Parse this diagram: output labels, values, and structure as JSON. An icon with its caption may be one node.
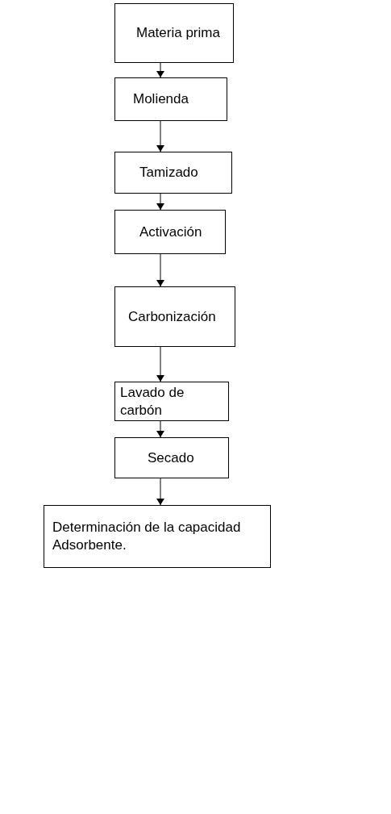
{
  "diagram": {
    "nodes": [
      {
        "text": [
          "Materia prima"
        ]
      },
      {
        "text": [
          "Molienda"
        ]
      },
      {
        "text": [
          "Tamizado"
        ]
      },
      {
        "text": [
          "Activación"
        ]
      },
      {
        "text": [
          "Carbonización"
        ]
      },
      {
        "text": [
          "Lavado de carbón"
        ]
      },
      {
        "text": [
          "Secado"
        ]
      },
      {
        "text": [
          "Determinación de la capacidad Adsorbente."
        ]
      }
    ],
    "edges": [
      {
        "from": 0,
        "to": 1,
        "arrow": "to"
      },
      {
        "from": 1,
        "to": 2,
        "arrow": "to"
      },
      {
        "from": 2,
        "to": 3,
        "arrow": "to"
      },
      {
        "from": 3,
        "to": 4,
        "arrow": "to"
      },
      {
        "from": 4,
        "to": 5,
        "arrow": "to"
      },
      {
        "from": 5,
        "to": 6,
        "arrow": "to"
      },
      {
        "from": 6,
        "to": 7,
        "arrow": "to"
      }
    ]
  }
}
